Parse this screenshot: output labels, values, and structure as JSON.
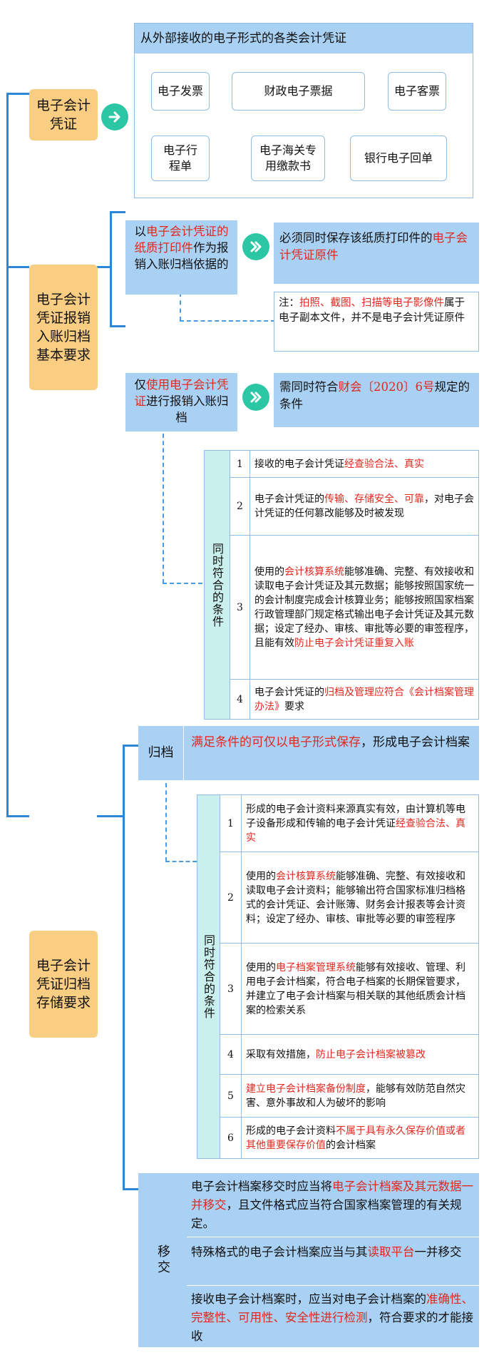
{
  "left_nodes": {
    "voucher": "电子会计凭证",
    "reimburse": "电子会计凭证报销入账归档基本要求",
    "archive": "电子会计凭证归档存储要求"
  },
  "sources": {
    "title": "从外部接收的电子形式的各类会计凭证",
    "items": [
      "电子发票",
      "财政电子票据",
      "电子客票",
      "电子行程单",
      "电子海关专用缴款书",
      "银行电子回单"
    ]
  },
  "reimburse": {
    "case1": {
      "left": [
        "以",
        "电子会计凭证的纸质打印件",
        "作为报销入账归档依据的"
      ],
      "right": [
        "必须同时保存该纸质打印件的",
        "电子会计凭证原件"
      ],
      "note": [
        "注：",
        "拍照、截图、扫描等电子影像件",
        "属于电子副本文件，并不是电子会计凭证原件"
      ]
    },
    "case2": {
      "left": [
        "仅",
        "使用电子会计凭证",
        "进行报销入账归档"
      ],
      "right": [
        "需同时符合",
        "财会〔2020〕6号",
        "规定的条件"
      ]
    },
    "conditions_label": "同时符合的条件",
    "conditions": [
      {
        "num": "1",
        "parts": [
          "接收的电子会计凭证",
          "经查验合法、真实"
        ]
      },
      {
        "num": "2",
        "parts": [
          "电子会计凭证的",
          "传输、存储安全、可靠",
          "，对电子会计凭证的任何篡改能够及时被发现"
        ]
      },
      {
        "num": "3",
        "parts": [
          "使用的",
          "会计核算系统",
          "能够准确、完整、有效接收和读取电子会计凭证及其元数据；能够按照国家统一的会计制度完成会计核算业务；能够按照国家档案行政管理部门规定格式输出电子会计凭证及其元数据；设定了经办、审核、审批等必要的审签程序，且能有效",
          "防止电子会计凭证重复入账"
        ]
      },
      {
        "num": "4",
        "parts": [
          "电子会计凭证的",
          "归档及管理应符合《会计档案管理办法》",
          "要求"
        ]
      }
    ]
  },
  "archive": {
    "label": "归档",
    "header": [
      "满足条件的可仅以电子形式保存",
      "，形成电子会计档案"
    ],
    "conditions_label": "同时符合的条件",
    "conditions": [
      {
        "num": "1",
        "parts": [
          "形成的电子会计资料来源真实有效，由计算机等电子设备形成和传输的电子会计凭证",
          "经查验合法、真实"
        ]
      },
      {
        "num": "2",
        "parts": [
          "使用的",
          "会计核算系统",
          "能够准确、完整、有效接收和读取电子会计资料；能够输出符合国家标准归档格式的会计凭证、会计账簿、财务会计报表等会计资料；设定了经办、审核、审批等必要的审签程序"
        ]
      },
      {
        "num": "3",
        "parts": [
          "使用的",
          "电子档案管理系统",
          "能够有效接收、管理、利用电子会计档案，符合电子档案的长期保管要求，并建立了电子会计档案与相关联的其他纸质会计档案的检索关系"
        ]
      },
      {
        "num": "4",
        "parts": [
          "采取有效措施，",
          "防止电子会计档案被篡改"
        ]
      },
      {
        "num": "5",
        "parts": [
          "建立电子会计档案备份制度",
          "，能够有效防范自然灾害、意外事故和人为破坏的影响"
        ]
      },
      {
        "num": "6",
        "parts": [
          "形成的电子会计资料",
          "不属于具有永久保存价值或者其他重要保存价值",
          "的会计档案"
        ]
      }
    ],
    "transfer_label": "移交",
    "transfer": [
      {
        "parts": [
          "电子会计档案移交时应当将",
          "电子会计档案及其元数据一并移交",
          "，且文件格式应当符合国家档案管理的有关规定。"
        ]
      },
      {
        "parts": [
          "特殊格式的电子会计档案应当与其",
          "读取平台",
          "一并移交"
        ]
      },
      {
        "parts": [
          "接收电子会计档案时，应当对电子会计档案的",
          "准确性、完整性、可用性、安全性进行检测",
          "，符合要求的才能接收"
        ]
      }
    ]
  }
}
